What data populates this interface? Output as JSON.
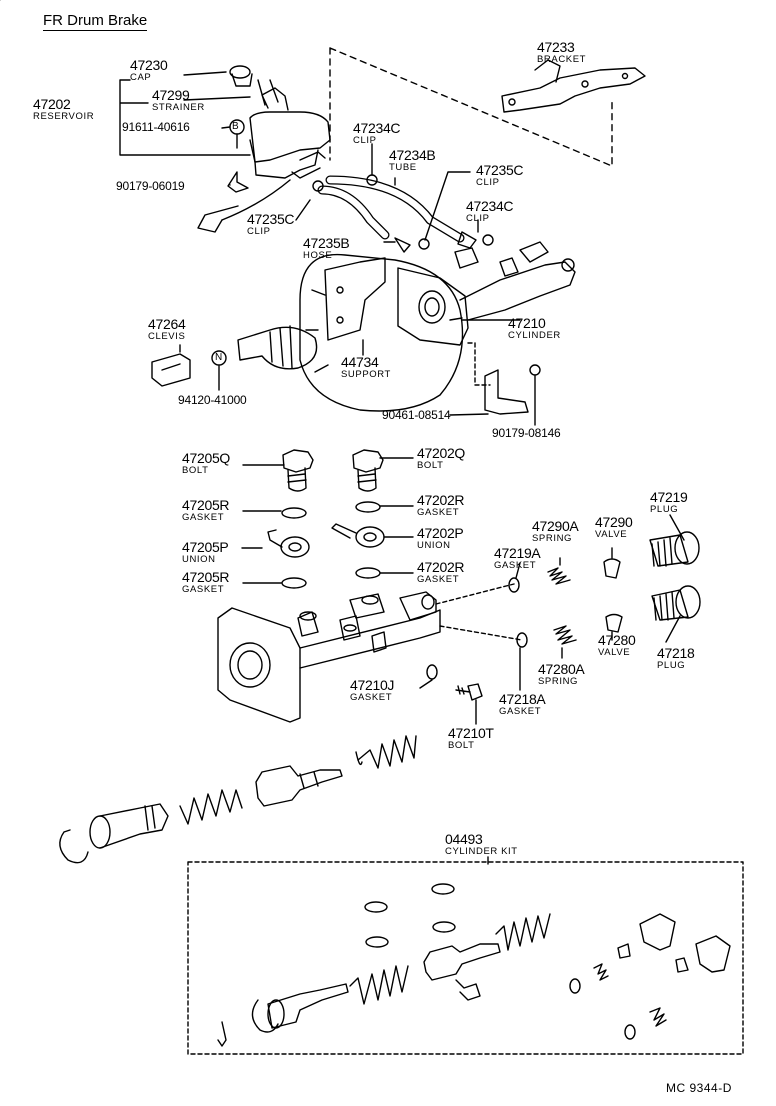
{
  "title": "FR Drum Brake",
  "ref_code": "MC  9344-D",
  "parts": {
    "p47230": {
      "no": "47230",
      "name": "CAP"
    },
    "p47299": {
      "no": "47299",
      "name": "STRAINER"
    },
    "p47202": {
      "no": "47202",
      "name": "RESERVOIR"
    },
    "p91611": {
      "no": "91611-40616"
    },
    "p90179a": {
      "no": "90179-06019"
    },
    "p47233": {
      "no": "47233",
      "name": "BRACKET"
    },
    "p47234C1": {
      "no": "47234C",
      "name": "CLIP"
    },
    "p47234B": {
      "no": "47234B",
      "name": "TUBE"
    },
    "p47235C1": {
      "no": "47235C",
      "name": "CLIP"
    },
    "p47235C2": {
      "no": "47235C",
      "name": "CLIP"
    },
    "p47234C2": {
      "no": "47234C",
      "name": "CLIP"
    },
    "p47235B": {
      "no": "47235B",
      "name": "HOSE"
    },
    "p47210": {
      "no": "47210",
      "name": "CYLINDER"
    },
    "p47264": {
      "no": "47264",
      "name": "CLEVIS"
    },
    "p94120": {
      "no": "94120-41000"
    },
    "p44734": {
      "no": "44734",
      "name": "SUPPORT"
    },
    "p90461": {
      "no": "90461-08514"
    },
    "p90179b": {
      "no": "90179-08146"
    },
    "p47205Q": {
      "no": "47205Q",
      "name": "BOLT"
    },
    "p47202Q": {
      "no": "47202Q",
      "name": "BOLT"
    },
    "p47205R1": {
      "no": "47205R",
      "name": "GASKET"
    },
    "p47202R1": {
      "no": "47202R",
      "name": "GASKET"
    },
    "p47205P": {
      "no": "47205P",
      "name": "UNION"
    },
    "p47202P": {
      "no": "47202P",
      "name": "UNION"
    },
    "p47205R2": {
      "no": "47205R",
      "name": "GASKET"
    },
    "p47202R2": {
      "no": "47202R",
      "name": "GASKET"
    },
    "p47290A": {
      "no": "47290A",
      "name": "SPRING"
    },
    "p47290": {
      "no": "47290",
      "name": "VALVE"
    },
    "p47219": {
      "no": "47219",
      "name": "PLUG"
    },
    "p47219A": {
      "no": "47219A",
      "name": "GASKET"
    },
    "p47280": {
      "no": "47280",
      "name": "VALVE"
    },
    "p47218": {
      "no": "47218",
      "name": "PLUG"
    },
    "p47280A": {
      "no": "47280A",
      "name": "SPRING"
    },
    "p47210J": {
      "no": "47210J",
      "name": "GASKET"
    },
    "p47218A": {
      "no": "47218A",
      "name": "GASKET"
    },
    "p47210T": {
      "no": "47210T",
      "name": "BOLT"
    },
    "p04493": {
      "no": "04493",
      "name": "CYLINDER KIT"
    }
  },
  "markers": {
    "b": "B",
    "n": "N"
  }
}
